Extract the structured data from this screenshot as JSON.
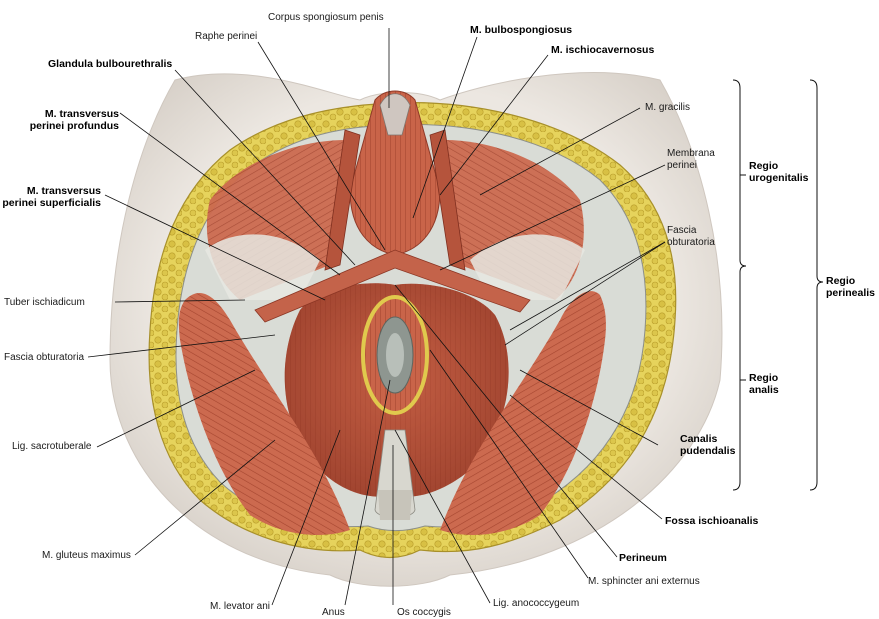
{
  "labels": {
    "corpus_spongiosum": "Corpus spongiosum penis",
    "raphe_perinei": "Raphe perinei",
    "bulbospongiosus": "M. bulbospongiosus",
    "ischiocavernosus": "M. ischiocavernosus",
    "glandula": "Glandula bulbourethralis",
    "transversus_prof_1": "M. transversus",
    "transversus_prof_2": "perinei  profundus",
    "transversus_sup_1": "M. transversus",
    "transversus_sup_2": "perinei superficialis",
    "gracilis": "M. gracilis",
    "membrana_1": "Membrana",
    "membrana_2": "perinei",
    "fascia_obt_r_1": "Fascia",
    "fascia_obt_r_2": "obturatoria",
    "tuber": "Tuber ischiadicum",
    "fascia_obt_l": "Fascia obturatoria",
    "sacrotuberale": "Lig. sacrotuberale",
    "gluteus": "M. gluteus maximus",
    "levator": "M. levator ani",
    "anus": "Anus",
    "coccygis": "Os coccygis",
    "anococcygeum": "Lig. anococcygeum",
    "sphincter": "M. sphincter ani externus",
    "perineum": "Perineum",
    "fossa": "Fossa ischioanalis",
    "canalis_1": "Canalis",
    "canalis_2": "pudendalis",
    "regio_uro_1": "Regio",
    "regio_uro_2": "urogenitalis",
    "regio_anal_1": "Regio",
    "regio_anal_2": "analis",
    "regio_per_1": "Regio",
    "regio_per_2": "perinealis"
  },
  "colors": {
    "fat": "#e2cf55",
    "fat_dark": "#b99d2a",
    "muscle": "#c9634a",
    "muscle_dark": "#9c3f2c",
    "fascia": "#cdd3cf",
    "skin": "#e8e2dc"
  }
}
